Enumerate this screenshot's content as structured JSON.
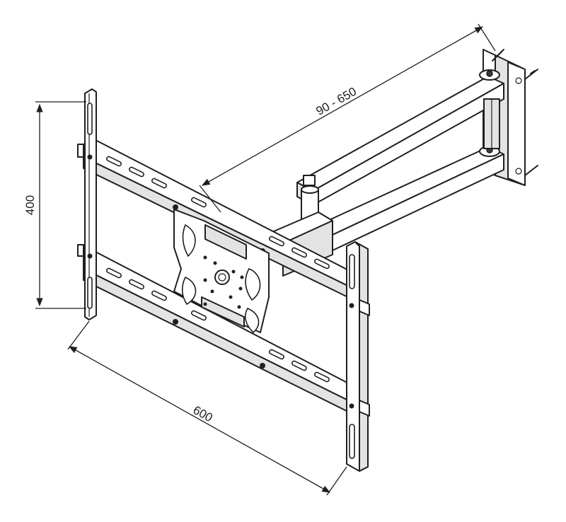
{
  "dimensions": {
    "height_label": "400",
    "width_label": "600",
    "arm_extension_label": "90 - 650"
  },
  "colors": {
    "line": "#1f1f1f",
    "shade": "#e3e3e3",
    "background": "#ffffff"
  }
}
